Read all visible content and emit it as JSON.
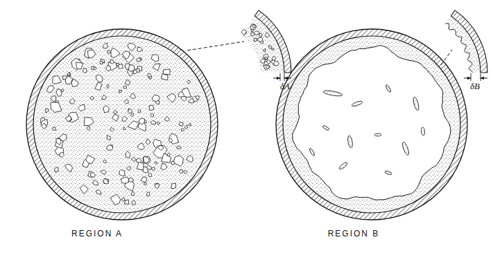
{
  "diagram": {
    "labels": [
      "δA",
      "δB",
      "REGION A",
      "REGION B"
    ]
  }
}
